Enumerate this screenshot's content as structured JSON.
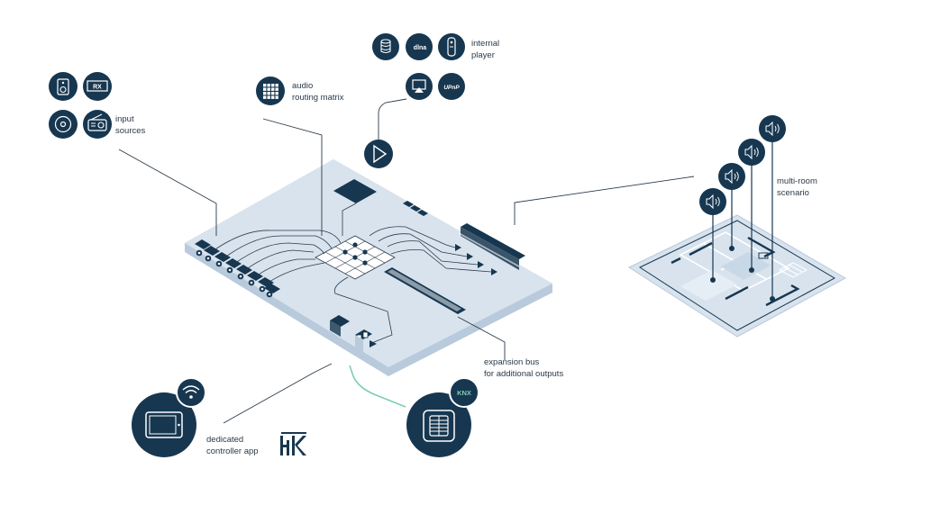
{
  "colors": {
    "navy": "#173750",
    "board": "#d8e3ee",
    "board_edge": "#b8cadb",
    "line": "#2b3a4a",
    "knx_line": "#7ccfae",
    "white": "#ffffff"
  },
  "labels": {
    "input_sources": [
      "input",
      "sources"
    ],
    "audio_routing_matrix": [
      "audio",
      "routing matrix"
    ],
    "internal_player": [
      "internal",
      "player"
    ],
    "multi_room_scenario": [
      "multi-room",
      "scenario"
    ],
    "expansion_bus": [
      "expansion bus",
      "for additional outputs"
    ],
    "controller_app": [
      "dedicated",
      "controller app"
    ]
  },
  "icons": {
    "input_sources": [
      "speaker-device-icon",
      "rx-receiver-icon",
      "cd-disc-icon",
      "radio-icon"
    ],
    "internal_player": [
      "storage-database-icon",
      "dlna-icon",
      "remote-icon",
      "airplay-icon",
      "upnp-icon"
    ],
    "play": "play-icon",
    "routing": "grid-matrix-icon",
    "multi_room_speakers": [
      "speaker-icon",
      "speaker-icon",
      "speaker-icon",
      "speaker-icon"
    ],
    "controller": [
      "tablet-icon",
      "wifi-icon"
    ],
    "knx": [
      "knx-module-icon",
      "knx-logo-icon"
    ],
    "brand": "brand-logo-icon"
  },
  "badges": {
    "dlna": "dlna",
    "upnp": "UPnP",
    "knx": "KNX",
    "rx": "RX"
  }
}
